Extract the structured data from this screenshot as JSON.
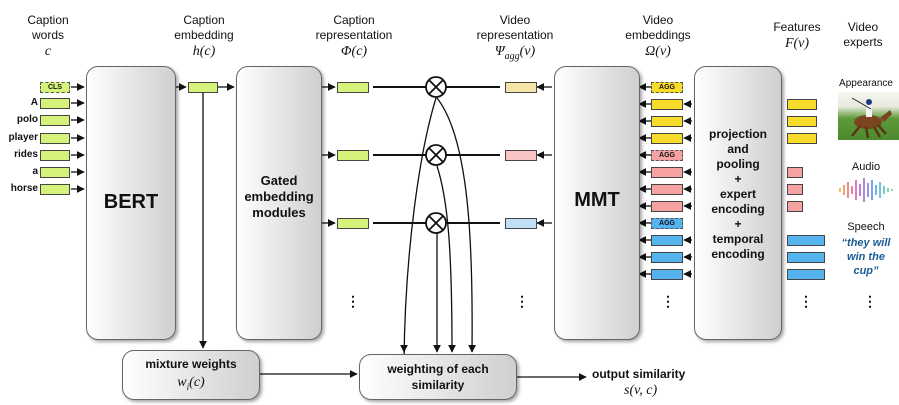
{
  "headers": {
    "caption_words": {
      "line1": "Caption",
      "line2": "words",
      "math": "c"
    },
    "caption_embedding": {
      "line1": "Caption",
      "line2": "embedding",
      "math": "h(c)"
    },
    "caption_representation": {
      "line1": "Caption",
      "line2": "representation",
      "math": "Φ(c)"
    },
    "video_representation": {
      "line1": "Video",
      "line2": "representation",
      "math": "Ψagg(v)"
    },
    "video_embeddings": {
      "line1": "Video",
      "line2": "embeddings",
      "math": "Ω(v)"
    },
    "features": {
      "line1": "Features",
      "math": "F(v)"
    },
    "video_experts": {
      "line1": "Video",
      "line2": "experts"
    }
  },
  "caption_tokens": {
    "cls": "CLS",
    "words": [
      "A",
      "polo",
      "player",
      "rides",
      "a",
      "horse"
    ]
  },
  "modules": {
    "bert": "BERT",
    "gated": {
      "line1": "Gated",
      "line2": "embedding",
      "line3": "modules"
    },
    "mmt": "MMT",
    "projection": {
      "line1": "projection",
      "line2": "and",
      "line3": "pooling",
      "line4": "+",
      "line5": "expert",
      "line6": "encoding",
      "line7": "+",
      "line8": "temporal",
      "line9": "encoding"
    },
    "mixture": {
      "label": "mixture weights",
      "math": "wi(c)"
    },
    "weighting": {
      "line1": "weighting of each",
      "line2": "similarity"
    }
  },
  "agg_label": "AGG",
  "output": {
    "label": "output similarity",
    "math": "s(v, c)"
  },
  "experts": {
    "appearance": "Appearance",
    "audio": "Audio",
    "speech": "Speech",
    "speech_quote_line1": "“they will",
    "speech_quote_line2": "win the",
    "speech_quote_line3": "cup”"
  },
  "ellipsis": "⋮",
  "colors": {
    "caption_token": "#d5f27b",
    "appearance": "#f8dc2b",
    "audio": "#f6a2a2",
    "speech": "#55b4ee",
    "speech_text": "#1a5b96"
  }
}
